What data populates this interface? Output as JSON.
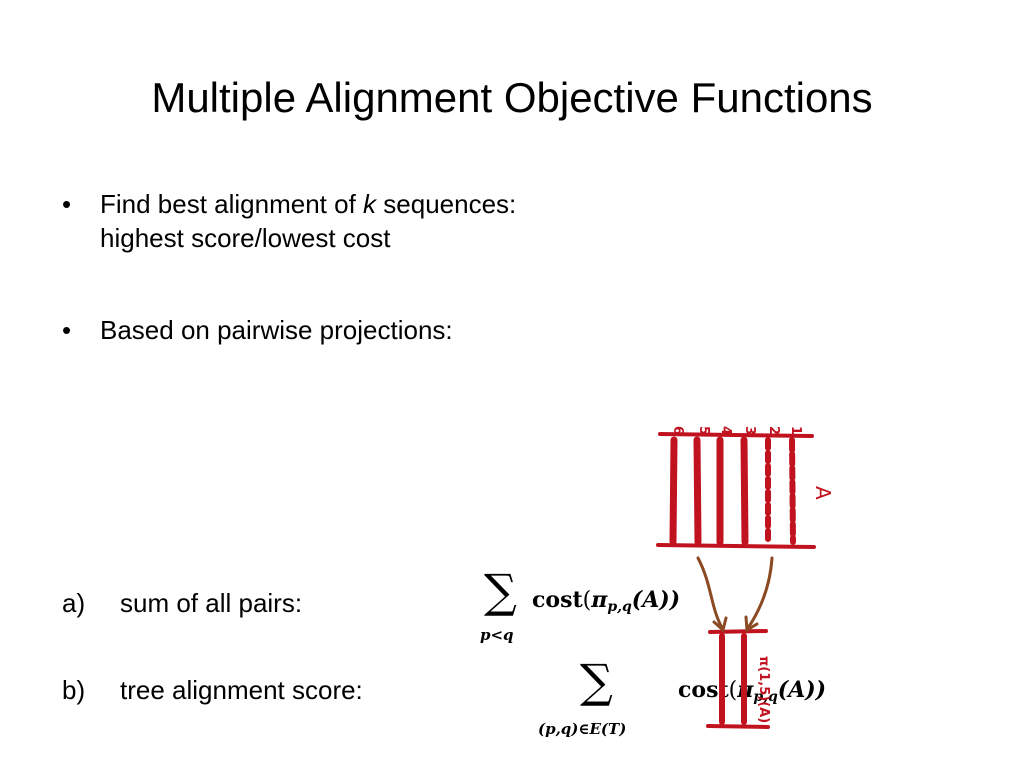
{
  "slide": {
    "title": "Multiple Alignment Objective Functions",
    "bullets": [
      {
        "marker": "•",
        "prefix": "Find best alignment of ",
        "emph": "k",
        "suffix": " sequences:",
        "line2": "highest score/lowest cost"
      },
      {
        "marker": "•",
        "text": "Based on pairwise projections:"
      }
    ],
    "items": [
      {
        "label": "a)",
        "text": "sum of all pairs:"
      },
      {
        "label": "b)",
        "text": "tree alignment score:"
      }
    ],
    "formula_a": {
      "sum": "∑",
      "sub": "p<q",
      "fn": "cost",
      "open": "(",
      "pi": "π",
      "pq": "p,q",
      "arg": "(A))"
    },
    "formula_b": {
      "sum": "∑",
      "sub": "(p,q)∈E(T)",
      "fn": "cost",
      "open": "(",
      "pi": "π",
      "pq": "p,q",
      "arg": "(A))"
    }
  },
  "figure": {
    "row_numbers": [
      "6",
      "5",
      "4",
      "3",
      "2",
      "1"
    ],
    "matrix_label": "A",
    "projection_label": "π(1,5)(A)",
    "ink_color": "#c1121f",
    "arrow_color": "#8b4a22"
  }
}
